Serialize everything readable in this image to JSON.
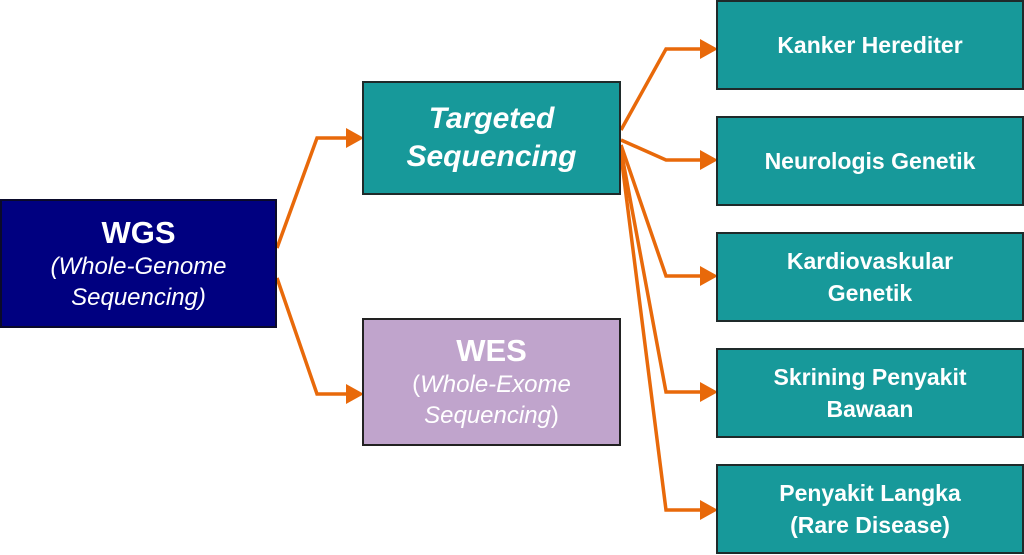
{
  "colors": {
    "connector": "#e8690a",
    "wgs_fill": "#000080",
    "targeted_fill": "#17999a",
    "wes_fill": "#c0a4cc",
    "leaf_fill": "#17999a"
  },
  "root": {
    "title": "WGS",
    "subtitle_line1": "(Whole-Genome",
    "subtitle_line2": "Sequencing)"
  },
  "branches": {
    "targeted": {
      "line1": "Targeted",
      "line2": "Sequencing"
    },
    "wes": {
      "title": "WES",
      "open_paren": "(",
      "subtitle_line1": "Whole-Exome",
      "subtitle_line2": "Sequencing",
      "close_paren": ")"
    }
  },
  "applications": [
    {
      "label": "Kanker Herediter"
    },
    {
      "label": "Neurologis Genetik"
    },
    {
      "label": "Kardiovaskular\nGenetik"
    },
    {
      "label": "Skrining Penyakit\nBawaan"
    },
    {
      "label": "Penyakit Langka\n(Rare Disease)"
    }
  ],
  "edges": [
    {
      "from": "WGS",
      "to": "Targeted Sequencing"
    },
    {
      "from": "WGS",
      "to": "WES"
    },
    {
      "from": "Targeted Sequencing",
      "to": "Kanker Herediter"
    },
    {
      "from": "Targeted Sequencing",
      "to": "Neurologis Genetik"
    },
    {
      "from": "Targeted Sequencing",
      "to": "Kardiovaskular Genetik"
    },
    {
      "from": "Targeted Sequencing",
      "to": "Skrining Penyakit Bawaan"
    },
    {
      "from": "Targeted Sequencing",
      "to": "Penyakit Langka (Rare Disease)"
    }
  ]
}
